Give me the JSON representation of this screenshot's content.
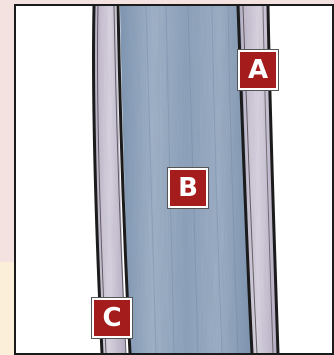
{
  "colors": {
    "badge": "#a51c1c",
    "xylem": "#8fa6c0",
    "bark": "#c9c0d2",
    "outline": "#1b1b1b"
  },
  "labels": {
    "a": "A",
    "b": "B",
    "c": "C"
  }
}
